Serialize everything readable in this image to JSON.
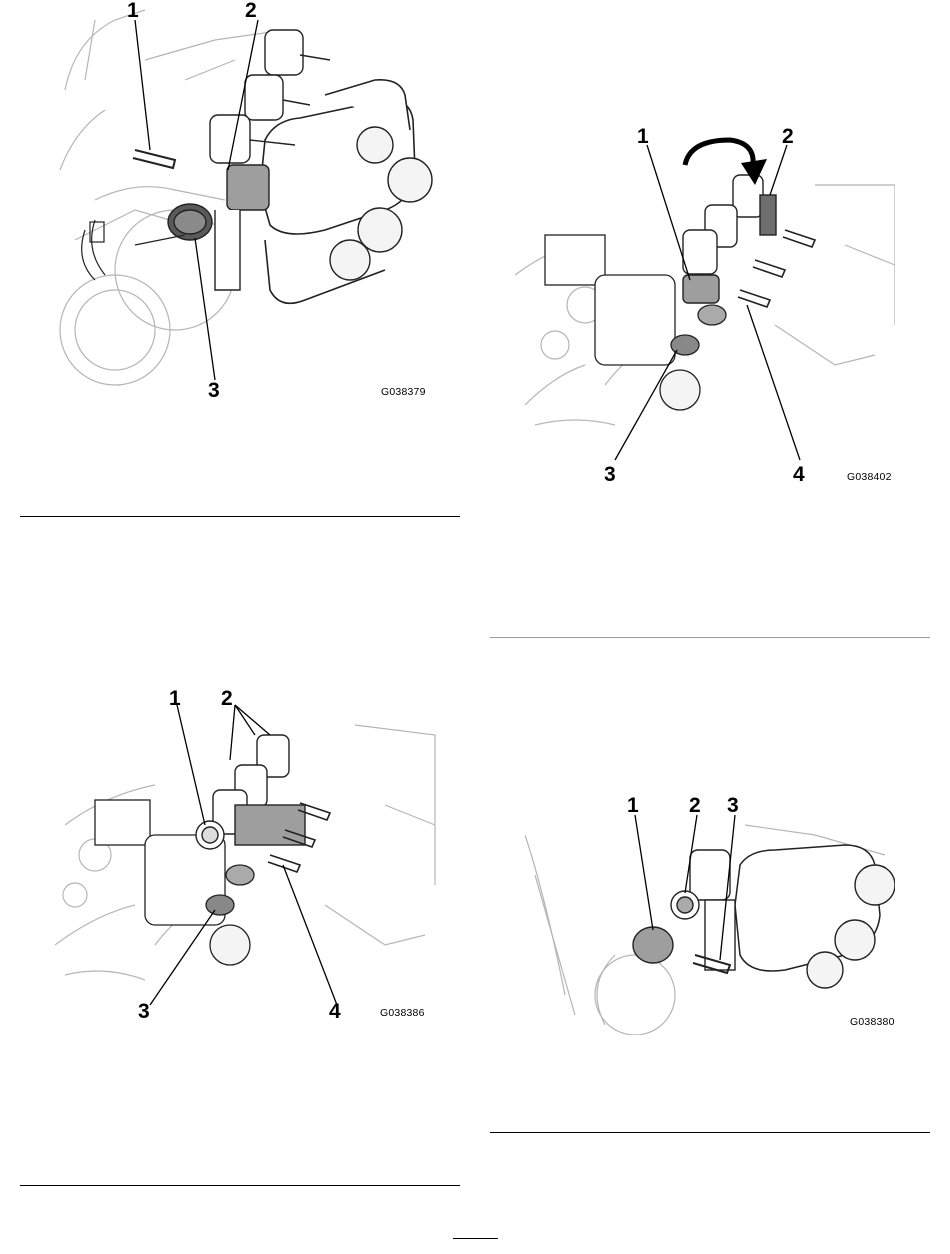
{
  "figures": [
    {
      "id": "fig-a",
      "code": "G038379",
      "callouts": [
        "1",
        "2",
        "3"
      ]
    },
    {
      "id": "fig-b",
      "code": "G038402",
      "callouts": [
        "1",
        "2",
        "3",
        "4"
      ]
    },
    {
      "id": "fig-c",
      "code": "G038386",
      "callouts": [
        "1",
        "2",
        "3",
        "4"
      ]
    },
    {
      "id": "fig-d",
      "code": "G038380",
      "callouts": [
        "1",
        "2",
        "3"
      ]
    }
  ]
}
